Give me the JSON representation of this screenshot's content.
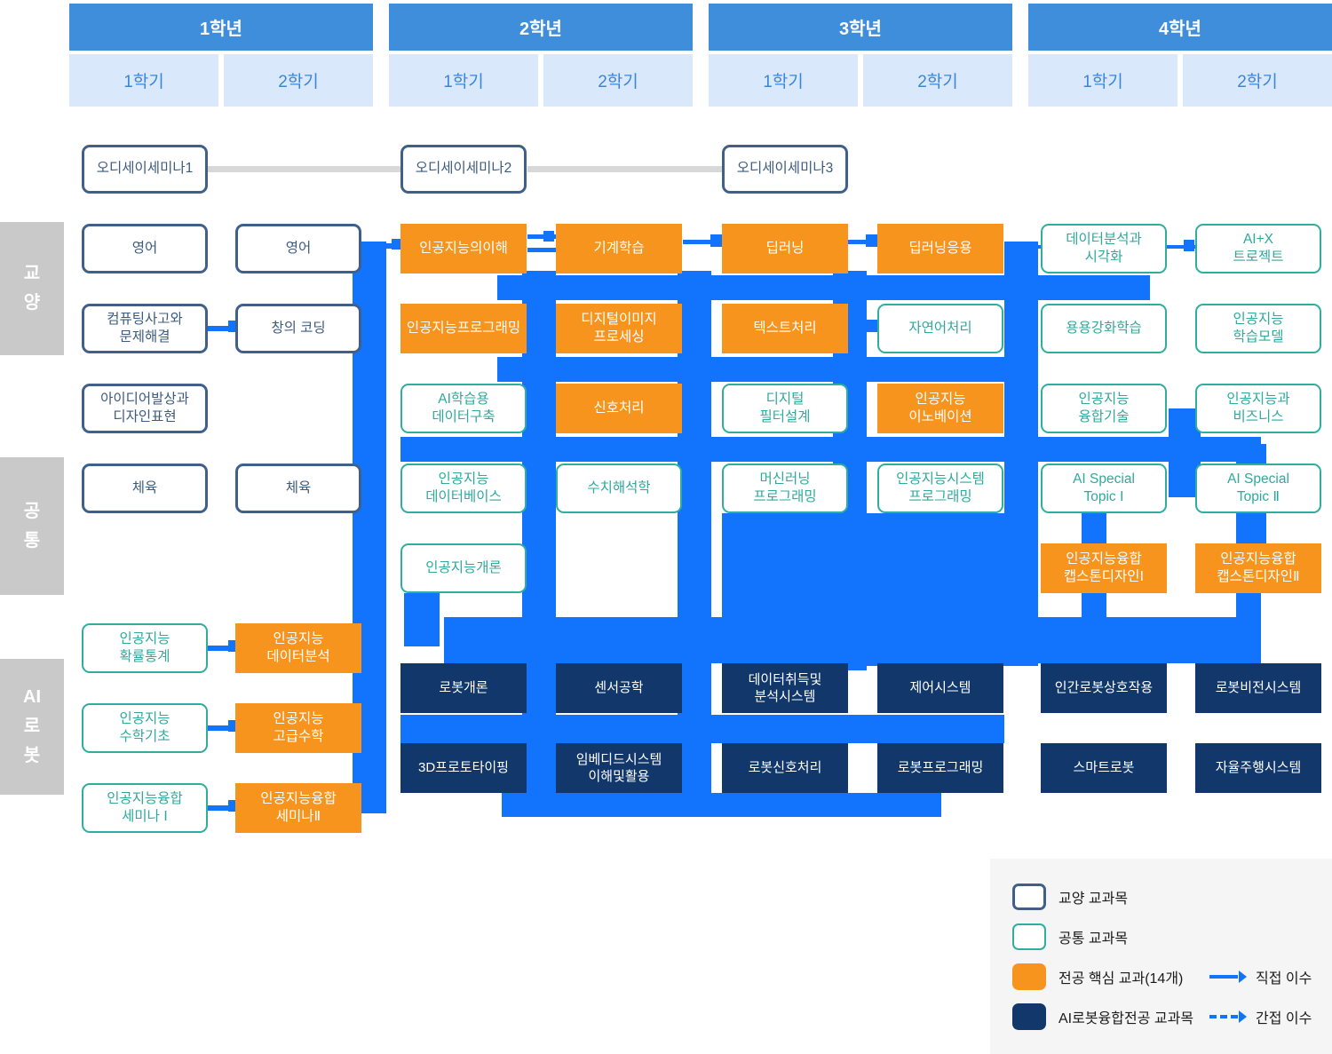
{
  "header": {
    "years": [
      {
        "label": "1학년",
        "semesters": [
          "1학기",
          "2학기"
        ]
      },
      {
        "label": "2학년",
        "semesters": [
          "1학기",
          "2학기"
        ]
      },
      {
        "label": "3학년",
        "semesters": [
          "1학기",
          "2학기"
        ]
      },
      {
        "label": "4학년",
        "semesters": [
          "1학기",
          "2학기"
        ]
      }
    ]
  },
  "sidebar": {
    "groups": [
      "교\n양",
      "공\n통",
      "AI\n로\n봇"
    ]
  },
  "odyssey": [
    "오디세이세미나1",
    "오디세이세미나2",
    "오디세이세미나3"
  ],
  "courses": [
    {
      "label": "영어",
      "type": "gen",
      "col": 0,
      "row": "A"
    },
    {
      "label": "영어",
      "type": "gen",
      "col": 1,
      "row": "A"
    },
    {
      "label": "인공지능의이해",
      "type": "core",
      "col": 2,
      "row": "A"
    },
    {
      "label": "기계학습",
      "type": "core",
      "col": 3,
      "row": "A"
    },
    {
      "label": "딥러닝",
      "type": "core",
      "col": 4,
      "row": "A"
    },
    {
      "label": "딥러닝응용",
      "type": "core",
      "col": 5,
      "row": "A"
    },
    {
      "label": "데이터분석과\n시각화",
      "type": "common",
      "col": 6,
      "row": "A"
    },
    {
      "label": "AI+X\n트로젝트",
      "type": "common",
      "col": 7,
      "row": "A"
    },
    {
      "label": "컴퓨팅사고와\n문제해결",
      "type": "gen",
      "col": 0,
      "row": "B"
    },
    {
      "label": "창의 코딩",
      "type": "gen",
      "col": 1,
      "row": "B"
    },
    {
      "label": "인공지능프로그래밍",
      "type": "core",
      "col": 2,
      "row": "B"
    },
    {
      "label": "디지털이미지\n프로세싱",
      "type": "core",
      "col": 3,
      "row": "B"
    },
    {
      "label": "텍스트처리",
      "type": "core",
      "col": 4,
      "row": "B"
    },
    {
      "label": "자연어처리",
      "type": "common",
      "col": 5,
      "row": "B"
    },
    {
      "label": "용용강화학습",
      "type": "common",
      "col": 6,
      "row": "B"
    },
    {
      "label": "인공지능\n학습모델",
      "type": "common",
      "col": 7,
      "row": "B"
    },
    {
      "label": "아이디어발상과\n디자인표현",
      "type": "gen",
      "col": 0,
      "row": "C"
    },
    {
      "label": "AI학습용\n데이터구축",
      "type": "common",
      "col": 2,
      "row": "C"
    },
    {
      "label": "신호처리",
      "type": "core",
      "col": 3,
      "row": "C"
    },
    {
      "label": "디지털\n필터설계",
      "type": "common",
      "col": 4,
      "row": "C"
    },
    {
      "label": "인공지능\n이노베이션",
      "type": "core",
      "col": 5,
      "row": "C"
    },
    {
      "label": "인공지능\n융합기술",
      "type": "common",
      "col": 6,
      "row": "C"
    },
    {
      "label": "인공지능과\n비즈니스",
      "type": "common",
      "col": 7,
      "row": "C"
    },
    {
      "label": "체육",
      "type": "gen",
      "col": 0,
      "row": "D"
    },
    {
      "label": "체육",
      "type": "gen",
      "col": 1,
      "row": "D"
    },
    {
      "label": "인공지능\n데이터베이스",
      "type": "common",
      "col": 2,
      "row": "D"
    },
    {
      "label": "수치해석학",
      "type": "common",
      "col": 3,
      "row": "D"
    },
    {
      "label": "머신러닝\n프로그래밍",
      "type": "common",
      "col": 4,
      "row": "D"
    },
    {
      "label": "인공지능시스템\n프로그래밍",
      "type": "common",
      "col": 5,
      "row": "D"
    },
    {
      "label": "AI Special\nTopic Ⅰ",
      "type": "common",
      "col": 6,
      "row": "D"
    },
    {
      "label": "AI Special\nTopic Ⅱ",
      "type": "common",
      "col": 7,
      "row": "D"
    },
    {
      "label": "인공지능개론",
      "type": "common",
      "col": 2,
      "row": "E"
    },
    {
      "label": "인공지능융합\n캡스톤디자인Ⅰ",
      "type": "core",
      "col": 6,
      "row": "E"
    },
    {
      "label": "인공지능융합\n캡스톤디자인Ⅱ",
      "type": "core",
      "col": 7,
      "row": "E"
    },
    {
      "label": "인공지능\n확률통계",
      "type": "common",
      "col": 0,
      "row": "F"
    },
    {
      "label": "인공지능\n데이터분석",
      "type": "core",
      "col": 1,
      "row": "F"
    },
    {
      "label": "로봇개론",
      "type": "robot",
      "col": 2,
      "row": "Fn"
    },
    {
      "label": "센서공학",
      "type": "robot",
      "col": 3,
      "row": "Fn"
    },
    {
      "label": "데이터취득및\n분석시스템",
      "type": "robot",
      "col": 4,
      "row": "Fn"
    },
    {
      "label": "제어시스템",
      "type": "robot",
      "col": 5,
      "row": "Fn"
    },
    {
      "label": "인간로봇상호작용",
      "type": "robot",
      "col": 6,
      "row": "Fn"
    },
    {
      "label": "로봇비전시스템",
      "type": "robot",
      "col": 7,
      "row": "Fn"
    },
    {
      "label": "인공지능\n수학기초",
      "type": "common",
      "col": 0,
      "row": "G"
    },
    {
      "label": "인공지능\n고급수학",
      "type": "core",
      "col": 1,
      "row": "G"
    },
    {
      "label": "3D프로토타이핑",
      "type": "robot",
      "col": 2,
      "row": "Gn"
    },
    {
      "label": "임베디드시스템\n이해및활용",
      "type": "robot",
      "col": 3,
      "row": "Gn"
    },
    {
      "label": "로봇신호처리",
      "type": "robot",
      "col": 4,
      "row": "Gn"
    },
    {
      "label": "로봇프로그래밍",
      "type": "robot",
      "col": 5,
      "row": "Gn"
    },
    {
      "label": "스마트로봇",
      "type": "robot",
      "col": 6,
      "row": "Gn"
    },
    {
      "label": "자율주행시스템",
      "type": "robot",
      "col": 7,
      "row": "Gn"
    },
    {
      "label": "인공지능융합\n세미나 Ⅰ",
      "type": "common",
      "col": 0,
      "row": "H"
    },
    {
      "label": "인공지능융합\n세미나Ⅱ",
      "type": "core",
      "col": 1,
      "row": "H"
    }
  ],
  "legend": {
    "items": [
      {
        "type": "gen",
        "label": "교양 교과목"
      },
      {
        "type": "common",
        "label": "공통 교과목"
      },
      {
        "type": "core",
        "label": "전공 핵심 교과(14개)"
      },
      {
        "type": "robot",
        "label": "AI로봇융합전공 교과목"
      }
    ],
    "arrows": [
      {
        "style": "solid",
        "label": "직접 이수"
      },
      {
        "style": "dashed",
        "label": "간접 이수"
      }
    ]
  },
  "colors": {
    "year_bar": "#3F8EDC",
    "semester_bg": "#D9E9FB",
    "semester_text": "#3A86DC",
    "core_orange": "#F7941E",
    "robot_navy": "#12386B",
    "common_teal": "#2FAE9E",
    "gen_border": "#40608A",
    "flow_blue": "#1273FD",
    "sidebar_gray": "#C9C9C9",
    "odyssey_line": "#D8D8D8",
    "legend_bg": "#F5F5F5"
  }
}
